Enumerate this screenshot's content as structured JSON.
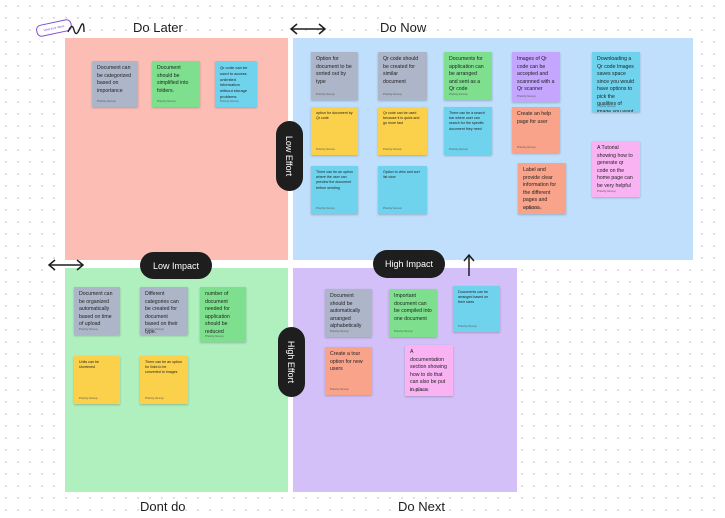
{
  "board": {
    "sticker_label": "label your ideas",
    "quadrants": {
      "do_later": "Do Later",
      "do_now": "Do Now",
      "dont_do": "Dont do",
      "do_next": "Do Next"
    },
    "axis_labels": {
      "low_effort": "Low Effort",
      "high_effort": "High Effort",
      "low_impact": "Low Impact",
      "high_impact": "High Impact"
    }
  },
  "notes": {
    "later_1": {
      "text": "Document can be categorized based on importance",
      "author": "Priority Group"
    },
    "later_2": {
      "text": "Document should be simplified into folders.",
      "author": "Priority Group"
    },
    "later_3": {
      "text": "Qr code can be used to access unlimited information without storage problems",
      "author": "Priority Group"
    },
    "now_1": {
      "text": "Option for document to be sorted out by type",
      "author": "Priority Group"
    },
    "now_2": {
      "text": "Qr code should be created for similar document",
      "author": "Priority Group"
    },
    "now_3": {
      "text": "Documents for application can be arranged and sent as a Qr code",
      "author": "Priority Group"
    },
    "now_4": {
      "text": "Images of Qr code can be accepted and scannned with a Qr scanner",
      "author": "Priority Group"
    },
    "now_5": {
      "text": "Downloading a Qr code Images saves space since you would have options to pick the qualities of image you want",
      "author": "Priority Group"
    },
    "now_6": {
      "text": "option for document by Qr code",
      "author": "Priority Group"
    },
    "now_7": {
      "text": "Qr code can be used because it is quick and go more fast",
      "author": "Priority Group"
    },
    "now_8": {
      "text": "There can be a search bar where user can search for the specific document they need",
      "author": "Priority Group"
    },
    "now_9": {
      "text": "Create an help page for user",
      "author": "Priority Group"
    },
    "now_10": {
      "text": "A Tutorial showing how to generate qr code on the home page can be very helpful",
      "author": "Priority Group"
    },
    "now_11": {
      "text": "There can be an option where the user can preview the document before sending",
      "author": "Priority Group"
    },
    "now_12": {
      "text": "Option to view and sort list view",
      "author": "Priority Group"
    },
    "now_13": {
      "text": "Label and provide clear information for the different pages and options",
      "author": "Priority Group"
    },
    "dont_1": {
      "text": "Document can be organized automatically based on time of upload",
      "author": "Priority Group"
    },
    "dont_2": {
      "text": "Different categories can be created for document based on their type.",
      "author": "Priority Group"
    },
    "dont_3": {
      "text": "number of document needed for application should be reduced",
      "author": "Priority Group"
    },
    "dont_4": {
      "text": "Units can be shortened",
      "author": "Priority Group"
    },
    "dont_5": {
      "text": "There can be an option for links to be converted to images",
      "author": "Priority Group"
    },
    "next_1": {
      "text": "Document should be automatically arranged alphabetically",
      "author": "Priority Group"
    },
    "next_2": {
      "text": "Important document can be compiled into one document",
      "author": "Priority Group"
    },
    "next_3": {
      "text": "Documents can be arranged based on their sizes",
      "author": "Priority Group"
    },
    "next_4": {
      "text": "Create a tour option for new users",
      "author": "Priority Group"
    },
    "next_5": {
      "text": "A documentation section showing how to do that can also be put in place",
      "author": "Priority Group"
    }
  }
}
